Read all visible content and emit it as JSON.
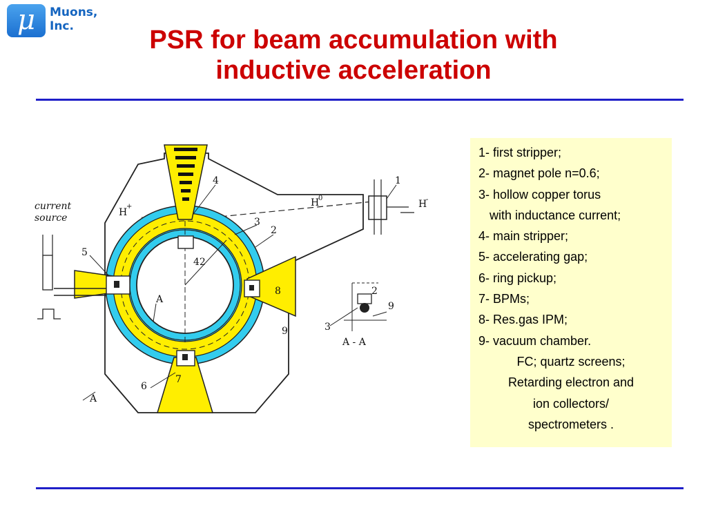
{
  "logo": {
    "symbol": "μ",
    "line1": "Muons,",
    "line2": "Inc."
  },
  "title": {
    "line1": "PSR for beam accumulation with",
    "line2": "inductive acceleration"
  },
  "diagram": {
    "labels": {
      "source1": "current",
      "source2": "source",
      "hplus": "H",
      "hplus_sup": "+",
      "h0": "H",
      "h0_sup": "0",
      "hminus": "H",
      "hminus_sup": "-",
      "n1": "1",
      "n2": "2",
      "n3": "3",
      "n4": "4",
      "n5": "5",
      "n6": "6",
      "n7": "7",
      "n8": "8",
      "n9": "9",
      "n42": "42",
      "a_inner": "A",
      "a_outer": "A",
      "detail2": "2",
      "detail9": "9",
      "detail3": "3",
      "section": "A - A"
    }
  },
  "legend": {
    "items": [
      "1- first stripper;",
      "2- magnet pole n=0.6;",
      "3- hollow copper torus",
      "with inductance current;",
      "4- main stripper;",
      "5- accelerating gap;",
      "6- ring pickup;",
      "7- BPMs;",
      "8- Res.gas IPM;",
      "9- vacuum chamber.",
      "FC; quartz screens;",
      "Retarding electron and",
      "ion collectors/",
      "spectrometers ."
    ]
  },
  "colors": {
    "title": "#cc0000",
    "rule": "#1f1fc8",
    "ring": "#33ccee",
    "pole": "#ffee00",
    "legend_bg": "#ffffcc"
  }
}
